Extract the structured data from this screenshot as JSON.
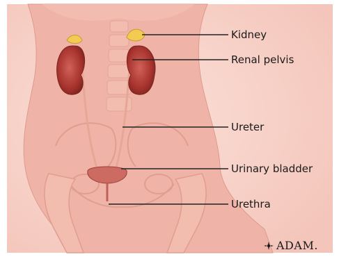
{
  "labels": {
    "kidney": "Kidney",
    "renal_pelvis": "Renal pelvis",
    "ureter": "Ureter",
    "urinary_bladder": "Urinary bladder",
    "urethra": "Urethra"
  },
  "logo": {
    "text": "ADAM."
  },
  "colors": {
    "background": "#f7cfc6",
    "skin": "#efb0a3",
    "kidney": "#b8433c",
    "adrenal": "#f0c94a",
    "bladder": "#c9605a",
    "leader_line": "#222222"
  }
}
